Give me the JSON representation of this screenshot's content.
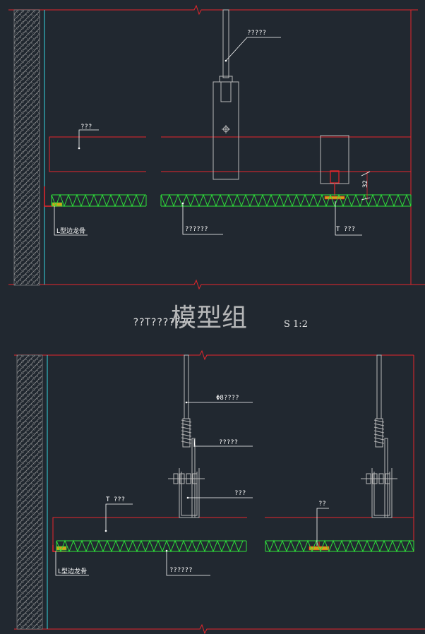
{
  "watermark": "模型组",
  "section_top": {
    "title": "??T???????",
    "scale": "S 1:2",
    "labels": {
      "hanger_rod": "?????",
      "main_runner": "???",
      "l_edge_keel": "L型边龙骨",
      "panel": "??????",
      "t_keel": "T ???",
      "dimension": "32"
    }
  },
  "section_bottom": {
    "labels": {
      "rod": "Φ8????",
      "hanger": "?????",
      "channel": "???",
      "t_keel": "T ???",
      "clip": "??",
      "l_edge_keel": "L型边龙骨",
      "panel": "??????"
    }
  },
  "colors": {
    "background": "#212830",
    "frame_line": "#e8262b",
    "panel_line": "#2ee23a",
    "wall_line": "#35d6e0",
    "gray_line": "#b8b8b8",
    "leader_line": "#ffffff",
    "clip_fill": "#d4a017"
  }
}
